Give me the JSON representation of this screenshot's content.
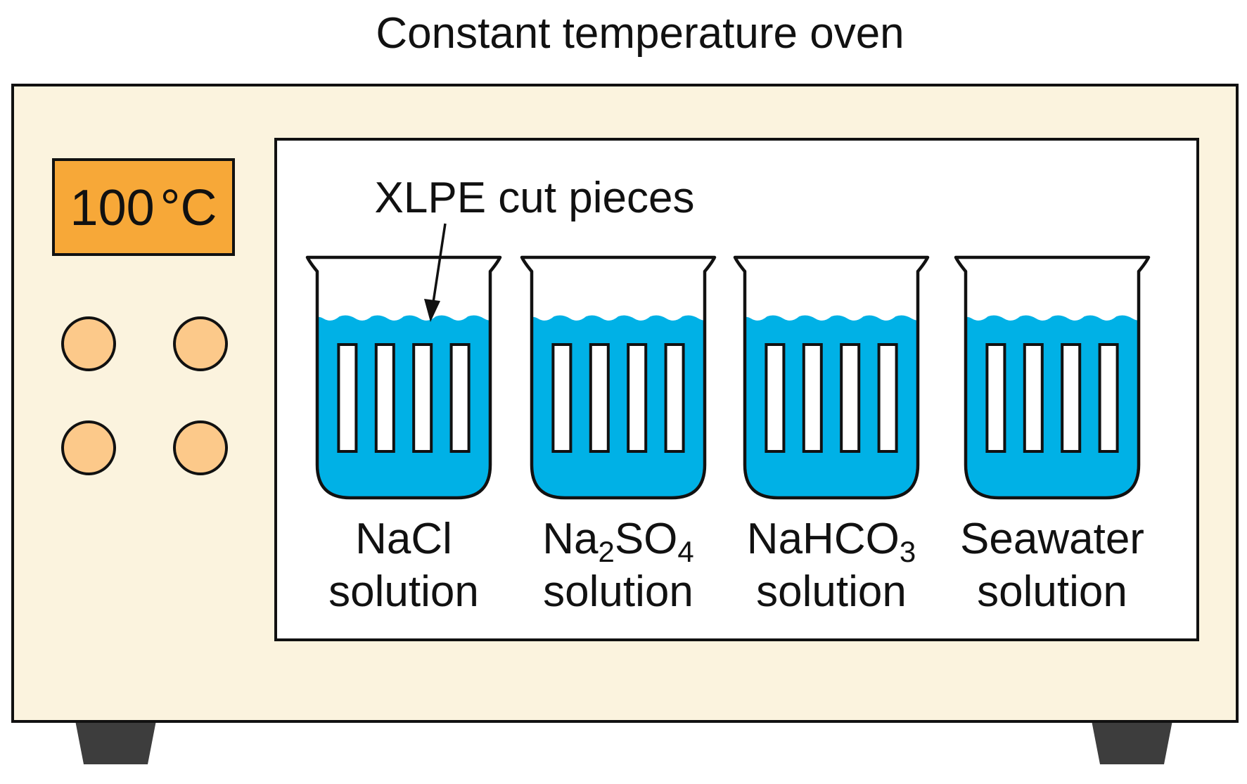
{
  "title": "Constant temperature oven",
  "display": {
    "value": "100",
    "unit": "°C"
  },
  "callout": "XLPE cut pieces",
  "knob_count": 4,
  "beakers": [
    {
      "id": "nacl",
      "line1": [
        {
          "t": "NaCl",
          "sub": false
        }
      ],
      "line2": "solution"
    },
    {
      "id": "na2so4",
      "line1": [
        {
          "t": "Na",
          "sub": false
        },
        {
          "t": "2",
          "sub": true
        },
        {
          "t": "SO",
          "sub": false
        },
        {
          "t": "4",
          "sub": true
        }
      ],
      "line2": "solution"
    },
    {
      "id": "nahco3",
      "line1": [
        {
          "t": "NaHCO",
          "sub": false
        },
        {
          "t": "3",
          "sub": true
        }
      ],
      "line2": "solution"
    },
    {
      "id": "seawater",
      "line1": [
        {
          "t": "Seawater",
          "sub": false
        }
      ],
      "line2": "solution"
    }
  ],
  "pieces_per_beaker": 4,
  "colors": {
    "oven_body": "#fbf3de",
    "display_bg": "#f7a838",
    "knob": "#fcc98a",
    "liquid": "#00b1e6",
    "feet": "#3d3d3d",
    "outline": "#111111"
  }
}
